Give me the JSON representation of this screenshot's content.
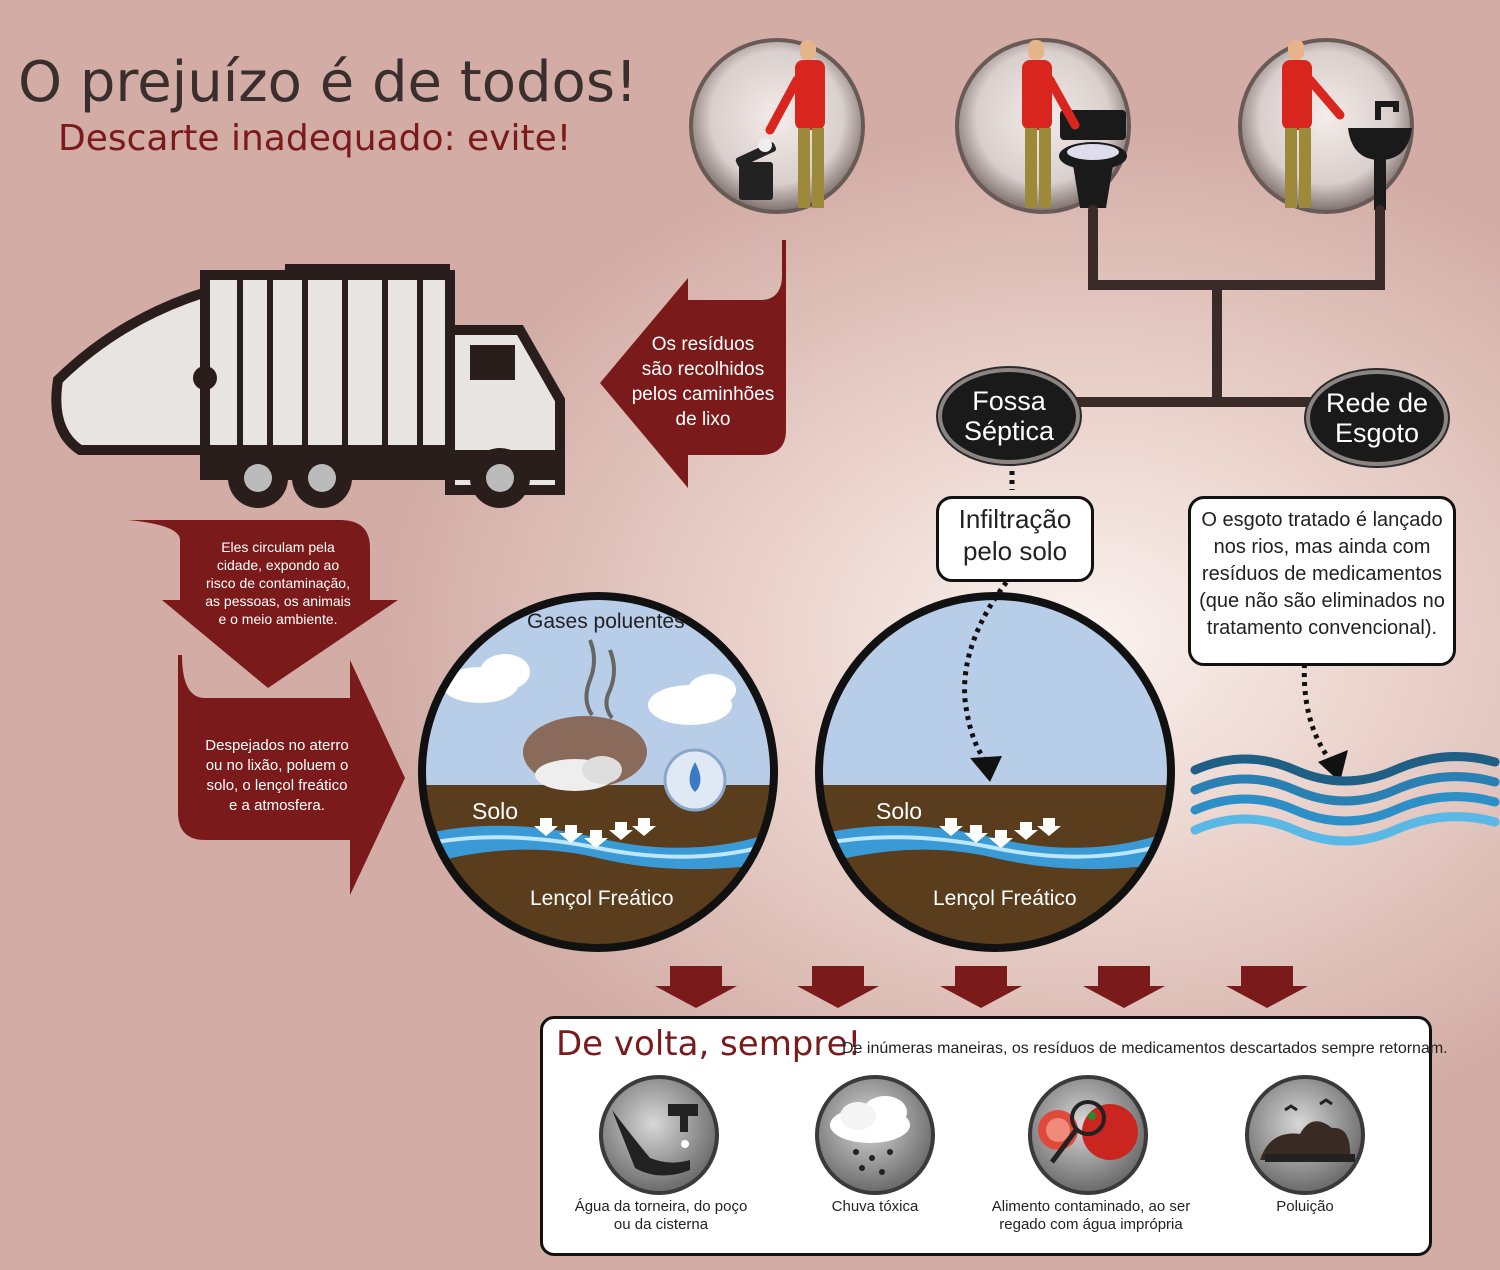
{
  "header": {
    "title": "O prejuízo é de todos!",
    "subtitle": "Descarte inadequado: evite!"
  },
  "arrows": {
    "collected": [
      "Os resíduos",
      "são recolhidos",
      "pelos caminhões",
      "de lixo"
    ],
    "circulate": [
      "Eles circulam pela",
      "cidade, expondo ao",
      "risco de contaminação,",
      "as pessoas, os animais",
      "e o meio ambiente."
    ],
    "dumped": [
      "Despejados no aterro",
      "ou no lixão, poluem o",
      "solo, o lençol freático",
      "e a atmosfera."
    ]
  },
  "bubbles": {
    "septic": [
      "Fossa",
      "Séptica"
    ],
    "sewer": [
      "Rede de",
      "Esgoto"
    ]
  },
  "callouts": {
    "infiltration": [
      "Infiltração",
      "pelo solo"
    ],
    "treated": [
      "O esgoto tratado é lançado",
      "nos rios, mas ainda com",
      "resíduos de medicamentos",
      "(que não são eliminados no",
      "tratamento convencional)."
    ]
  },
  "scene_left": {
    "gases": "Gases poluentes",
    "soil": "Solo",
    "groundwater": "Lençol Freático"
  },
  "scene_right": {
    "soil": "Solo",
    "groundwater": "Lençol Freático"
  },
  "panel": {
    "title": "De volta, sempre!",
    "description": "De inúmeras maneiras, os resíduos de medicamentos descartados sempre retornam.",
    "items": [
      {
        "label": [
          "Água da torneira, do poço",
          "ou da cisterna"
        ],
        "icon": "tap-water-icon"
      },
      {
        "label": [
          "Chuva  tóxica"
        ],
        "icon": "toxic-rain-icon"
      },
      {
        "label": [
          "Alimento  contaminado, ao ser",
          "regado com água imprópria"
        ],
        "icon": "contaminated-food-icon"
      },
      {
        "label": [
          "Poluição"
        ],
        "icon": "pollution-icon"
      }
    ]
  },
  "colors": {
    "dark_red": "#7a1a1a",
    "soil": "#5a3d1c",
    "sky": "#b8cde8",
    "water": "#3a9ad6"
  }
}
